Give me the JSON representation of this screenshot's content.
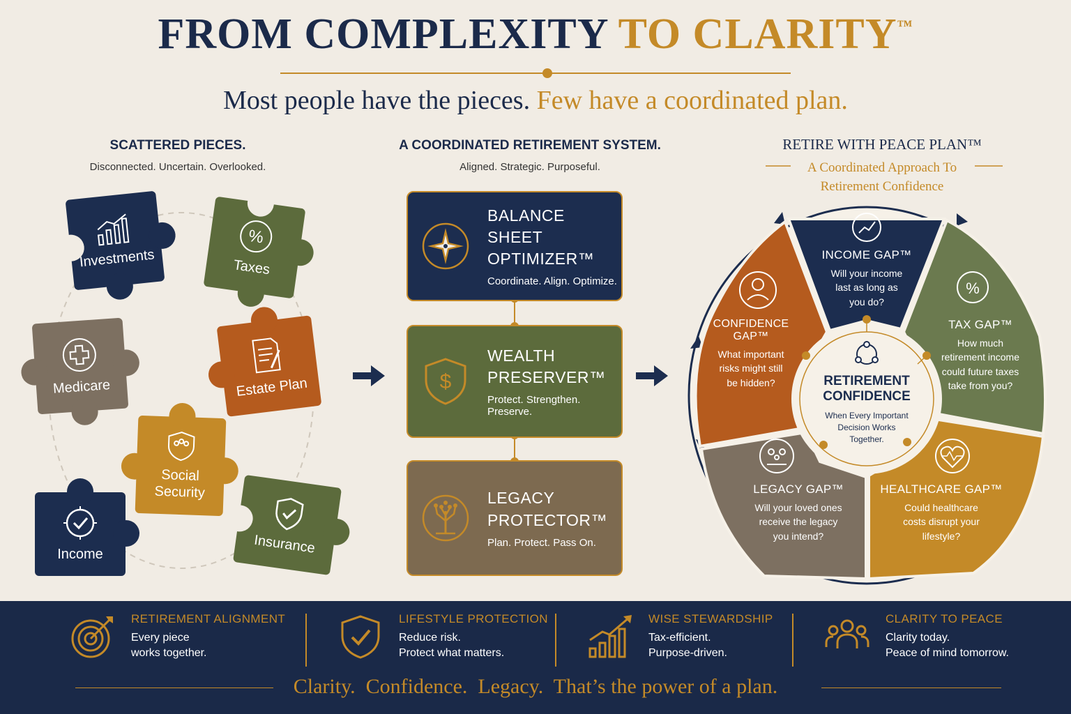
{
  "header": {
    "title_part1": "FROM COMPLEXITY",
    "title_part2": "TO CLARITY",
    "title_mark": "™",
    "subtitle_part1": "Most people have the pieces.",
    "subtitle_part2": "Few have a coordinated plan."
  },
  "scattered": {
    "heading": "SCATTERED PIECES.",
    "sub": "Disconnected. Uncertain. Overlooked.",
    "pieces": [
      {
        "label": "Investments",
        "icon": "chart-up-icon"
      },
      {
        "label": "Taxes",
        "icon": "percent-icon"
      },
      {
        "label": "Medicare",
        "icon": "medical-cross-icon"
      },
      {
        "label": "Estate Plan",
        "icon": "document-pen-icon"
      },
      {
        "label": "Social Security",
        "label_line1": "Social",
        "label_line2": "Security",
        "icon": "people-shield-icon"
      },
      {
        "label": "Income",
        "icon": "target-check-icon"
      },
      {
        "label": "Insurance",
        "icon": "shield-check-icon"
      }
    ]
  },
  "system": {
    "heading": "A COORDINATED RETIREMENT SYSTEM.",
    "sub": "Aligned. Strategic. Purposeful.",
    "cards": [
      {
        "line1": "BALANCE SHEET",
        "line2": "OPTIMIZER™",
        "tag": "Coordinate. Align. Optimize.",
        "icon": "compass-star-icon"
      },
      {
        "line1": "WEALTH",
        "line2": "PRESERVER™",
        "tag": "Protect. Strengthen. Preserve.",
        "icon": "dollar-shield-icon"
      },
      {
        "line1": "LEGACY",
        "line2": "PROTECTOR™",
        "tag": "Plan. Protect. Pass On.",
        "icon": "tree-icon"
      }
    ]
  },
  "plan": {
    "title": "RETIRE WITH PEACE PLAN™",
    "sub_line1": "A Coordinated Approach To",
    "sub_line2": "Retirement Confidence",
    "center": {
      "title_line1": "RETIREMENT",
      "title_line2": "CONFIDENCE",
      "desc_line1": "When Every Important",
      "desc_line2": "Decision Works",
      "desc_line3": "Together."
    },
    "segments": [
      {
        "title": "INCOME GAP™",
        "d1": "Will your income",
        "d2": "last as long as",
        "d3": "you do?",
        "icon": "trend-icon",
        "color": "#1c2d4f"
      },
      {
        "title": "TAX GAP™",
        "d1": "How much",
        "d2": "retirement income",
        "d3": "could future taxes",
        "d4": "take from you?",
        "icon": "percent-icon",
        "color": "#6b7a4f"
      },
      {
        "title": "HEALTHCARE GAP™",
        "d1": "Could healthcare",
        "d2": "costs disrupt your",
        "d3": "lifestyle?",
        "icon": "heart-pulse-icon",
        "color": "#c48a28"
      },
      {
        "title": "LEGACY GAP™",
        "d1": "Will your loved ones",
        "d2": "receive the legacy",
        "d3": "you intend?",
        "icon": "family-icon",
        "color": "#7d7061"
      },
      {
        "title": "CONFIDENCE GAP™",
        "d1": "What important",
        "d2": "risks might still",
        "d3": "be hidden?",
        "icon": "person-icon",
        "color": "#b55b1e"
      }
    ]
  },
  "benefits": [
    {
      "title": "RETIREMENT ALIGNMENT",
      "d1": "Every piece",
      "d2": "works together.",
      "icon": "target-arrow-icon"
    },
    {
      "title": "LIFESTYLE PROTECTION",
      "d1": "Reduce risk.",
      "d2": "Protect what matters.",
      "icon": "shield-check-icon"
    },
    {
      "title": "WISE STEWARDSHIP",
      "d1": "Tax-efficient.",
      "d2": "Purpose-driven.",
      "icon": "growth-chart-icon"
    },
    {
      "title": "CLARITY TO PEACE",
      "d1": "Clarity today.",
      "d2": "Peace of mind tomorrow.",
      "icon": "group-icon"
    }
  ],
  "tagline": "Clarity.  Confidence.  Legacy.  That’s the power of a plan.",
  "colors": {
    "navy": "#1c2d4f",
    "gold": "#c48a28",
    "olive": "#5c6b3c",
    "rust": "#b55b1e",
    "taupe": "#7d7061",
    "background": "#f1ece4"
  }
}
